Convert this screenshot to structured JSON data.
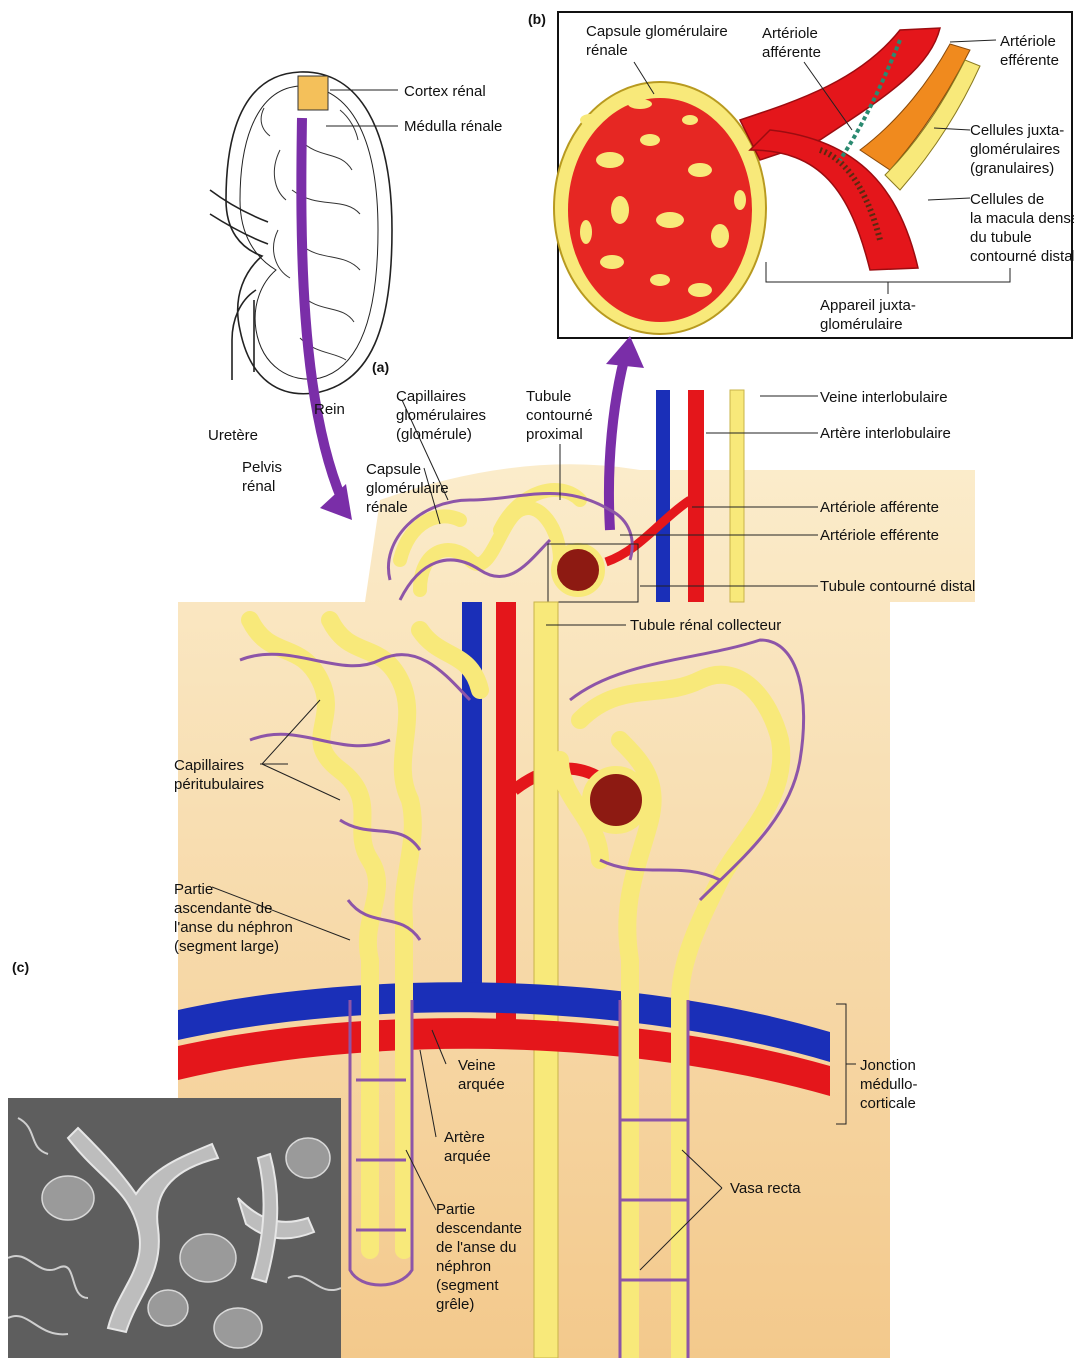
{
  "colors": {
    "artery": "#e4161b",
    "vein": "#1a2fb8",
    "tubule": "#f8e97a",
    "capillary": "#8d55a8",
    "pointer_arrow": "#7a2ea8",
    "background_warm": "#f7d9a5",
    "juxta_cells": "#f08a1e"
  },
  "panels": {
    "a": "(a)",
    "b": "(b)",
    "c": "(c)"
  },
  "kidney": {
    "cortex": "Cortex rénal",
    "medulla": "Médulla rénale",
    "rein": "Rein",
    "uretere": "Uretère",
    "pelvis": [
      "Pelvis",
      "rénal"
    ]
  },
  "detail_b": {
    "capsule": [
      "Capsule glomérulaire",
      "rénale"
    ],
    "arteriole_afferente": [
      "Artériole",
      "afférente"
    ],
    "arteriole_efferente": [
      "Artériole",
      "efférente"
    ],
    "cellules_juxta": [
      "Cellules juxta-",
      "glomérulaires",
      "(granulaires)"
    ],
    "macula_densa": [
      "Cellules de",
      "la macula densa",
      "du tubule",
      "contourné distal"
    ],
    "appareil": [
      "Appareil juxta-",
      "glomérulaire"
    ]
  },
  "nephron": {
    "capillaires_glomerulaires": [
      "Capillaires",
      "glomérulaires",
      "(glomérule)"
    ],
    "tubule_proximal": [
      "Tubule",
      "contourné",
      "proximal"
    ],
    "capsule": [
      "Capsule",
      "glomérulaire",
      "rénale"
    ],
    "veine_interlobulaire": "Veine interlobulaire",
    "artere_interlobulaire": "Artère interlobulaire",
    "arteriole_afferente": "Artériole afférente",
    "arteriole_efferente": "Artériole efférente",
    "tubule_distal": "Tubule contourné distal",
    "tubule_collecteur": "Tubule rénal collecteur",
    "capillaires_peritubulaires": [
      "Capillaires",
      "péritubulaires"
    ],
    "partie_ascendante": [
      "Partie",
      "ascendante de",
      "l'anse du néphron",
      "(segment large)"
    ],
    "veine_arquee": [
      "Veine",
      "arquée"
    ],
    "artere_arquee": [
      "Artère",
      "arquée"
    ],
    "partie_descendante": [
      "Partie",
      "descendante",
      "de l'anse du",
      "néphron",
      "(segment",
      "grêle)"
    ],
    "jonction": [
      "Jonction",
      "médullo-",
      "corticale"
    ],
    "vasa_recta": "Vasa recta"
  }
}
